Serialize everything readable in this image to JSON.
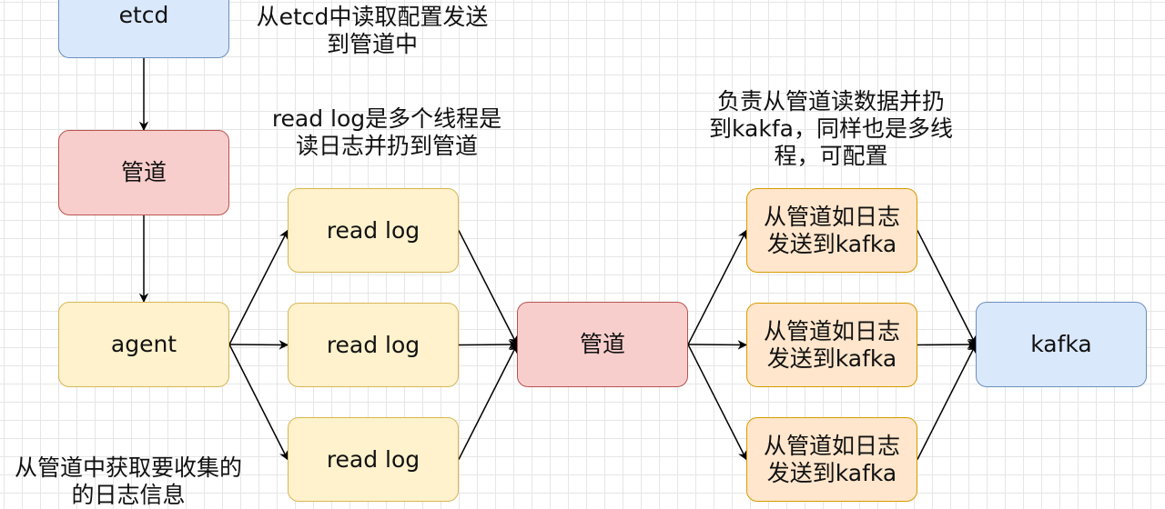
{
  "colors": {
    "blue_fill": "#dae8fc",
    "blue_stroke": "#6c8ebf",
    "red_fill": "#f8cecc",
    "red_stroke": "#b85450",
    "yellow_fill": "#fff2cc",
    "yellow_stroke": "#d6b656",
    "orange_fill": "#ffe6cc",
    "orange_stroke": "#d79b00",
    "edge": "#000000"
  },
  "nodes": {
    "etcd": "etcd",
    "pipe_top": "管道",
    "agent": "agent",
    "read_log_1": "read log",
    "read_log_2": "read log",
    "read_log_3": "read log",
    "pipe_mid": "管道",
    "sender_1": "从管道如日志\n发送到kafka",
    "sender_2": "从管道如日志\n发送到kafka",
    "sender_3": "从管道如日志\n发送到kafka",
    "kafka": "kafka"
  },
  "notes": {
    "etcd_note": "从etcd中读取配置发送\n到管道中",
    "readlog_note": "read log是多个线程是\n读日志并扔到管道",
    "sender_note": "负责从管道读数据并扔\n到kakfa，同样也是多线\n程，可配置",
    "agent_note": "从管道中获取要收集的\n的日志信息"
  },
  "edges": [
    {
      "from": "etcd",
      "to": "pipe_top"
    },
    {
      "from": "pipe_top",
      "to": "agent"
    },
    {
      "from": "agent",
      "to": "read_log_1"
    },
    {
      "from": "agent",
      "to": "read_log_2"
    },
    {
      "from": "agent",
      "to": "read_log_3"
    },
    {
      "from": "read_log_1",
      "to": "pipe_mid"
    },
    {
      "from": "read_log_2",
      "to": "pipe_mid"
    },
    {
      "from": "read_log_3",
      "to": "pipe_mid"
    },
    {
      "from": "pipe_mid",
      "to": "sender_1"
    },
    {
      "from": "pipe_mid",
      "to": "sender_2"
    },
    {
      "from": "pipe_mid",
      "to": "sender_3"
    },
    {
      "from": "sender_1",
      "to": "kafka"
    },
    {
      "from": "sender_2",
      "to": "kafka"
    },
    {
      "from": "sender_3",
      "to": "kafka"
    }
  ]
}
